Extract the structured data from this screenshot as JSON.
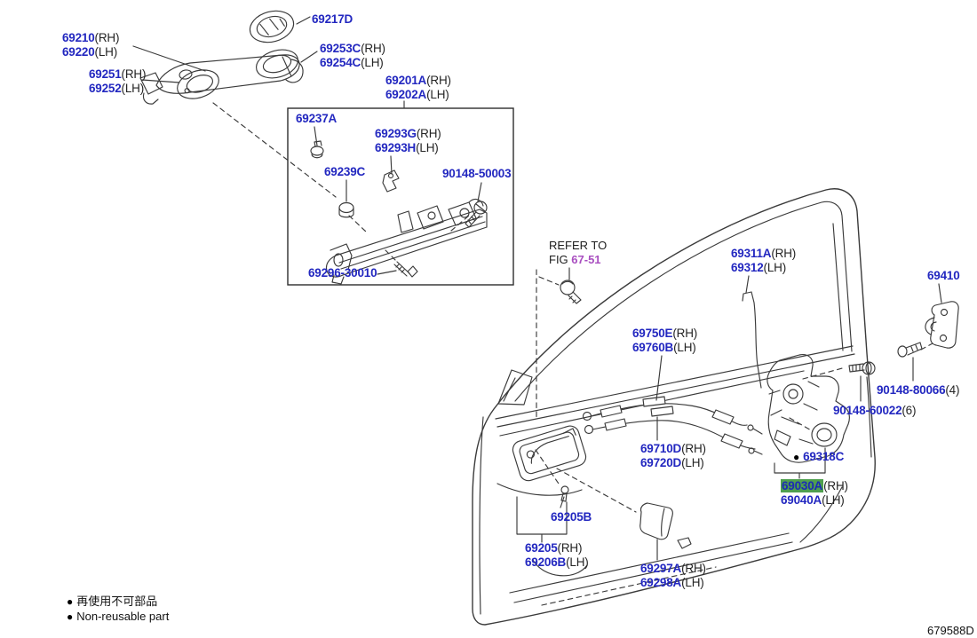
{
  "doc_number": "679588D",
  "icons": {
    "bullet": "●"
  },
  "colors": {
    "part_number": "#2328c0",
    "suffix": "#242424",
    "fig_ref": "#a94fc0",
    "highlight_bg": "#4f9f4f",
    "highlight_text": "#1c2cb4",
    "line": "#3b3b3b"
  },
  "refer_note": {
    "line1": "REFER TO",
    "fig_word": "FIG ",
    "fig_number": "67-51"
  },
  "legend": {
    "jp": "再使用不可部品",
    "en": "Non-reusable part"
  },
  "labels": {
    "p69217d": {
      "num": "69217D"
    },
    "p69210": {
      "rh": "69210",
      "rh_s": "(RH)",
      "lh": "69220",
      "lh_s": "(LH)"
    },
    "p69253c": {
      "rh": "69253C",
      "rh_s": "(RH)",
      "lh": "69254C",
      "lh_s": "(LH)"
    },
    "p69251": {
      "rh": "69251",
      "rh_s": "(RH)",
      "lh": "69252",
      "lh_s": "(LH)"
    },
    "p69201a": {
      "rh": "69201A",
      "rh_s": "(RH)",
      "lh": "69202A",
      "lh_s": "(LH)"
    },
    "p69237a": {
      "num": "69237A"
    },
    "p69293g": {
      "rh": "69293G",
      "rh_s": "(RH)",
      "lh": "69293H",
      "lh_s": "(LH)"
    },
    "p69239c": {
      "num": "69239C"
    },
    "p90148_50003": {
      "num": "90148-50003"
    },
    "p69296_30010": {
      "num": "69296-30010"
    },
    "p69311a": {
      "rh": "69311A",
      "rh_s": "(RH)",
      "lh": "69312",
      "lh_s": "(LH)"
    },
    "p69410": {
      "num": "69410"
    },
    "p69750e": {
      "rh": "69750E",
      "rh_s": "(RH)",
      "lh": "69760B",
      "lh_s": "(LH)"
    },
    "p90148_80066": {
      "num": "90148-80066",
      "qty": "(4)"
    },
    "p90148_60022": {
      "num": "90148-60022",
      "qty": "(6)"
    },
    "p69710d": {
      "rh": "69710D",
      "rh_s": "(RH)",
      "lh": "69720D",
      "lh_s": "(LH)"
    },
    "p69318c": {
      "num": "69318C"
    },
    "p69030a": {
      "rh": "69030A",
      "rh_s": "(RH)",
      "lh": "69040A",
      "lh_s": "(LH)"
    },
    "p69205b": {
      "num": "69205B"
    },
    "p69205": {
      "rh": "69205",
      "rh_s": "(RH)",
      "lh": "69206B",
      "lh_s": "(LH)"
    },
    "p69297a": {
      "rh": "69297A",
      "rh_s": "(RH)",
      "lh": "69298A",
      "lh_s": "(LH)"
    }
  }
}
